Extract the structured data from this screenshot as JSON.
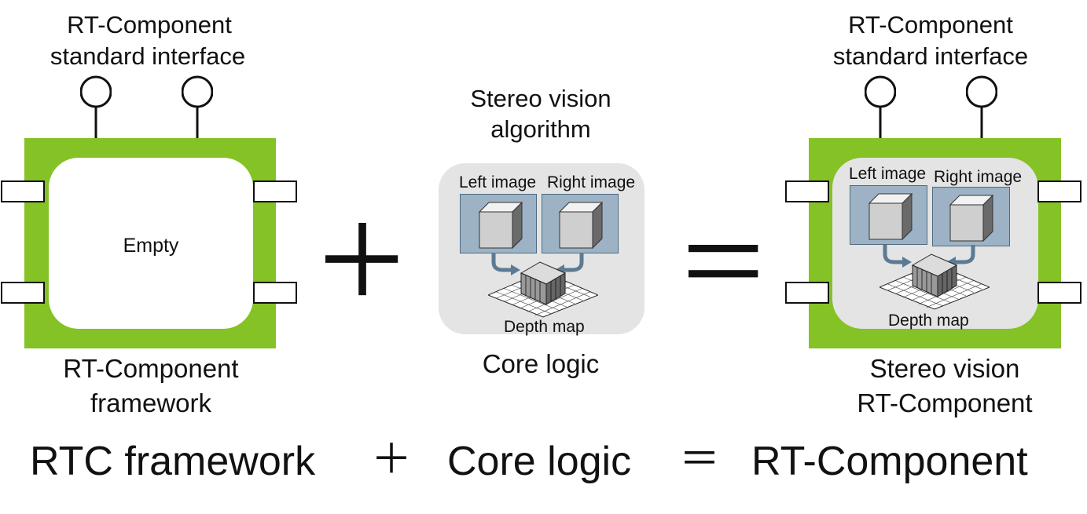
{
  "colors": {
    "framework_green": "#84c225",
    "core_grey": "#e4e4e4",
    "image_blue": "#9db3c5",
    "arrow_blue": "#5d7a94",
    "text": "#111111"
  },
  "left_block": {
    "interface_label_line1": "RT-Component",
    "interface_label_line2": "standard  interface",
    "center_text": "Empty",
    "caption_line1": "RT-Component",
    "caption_line2": "framework"
  },
  "middle_block": {
    "title_line1": "Stereo  vision",
    "title_line2": "algorithm",
    "left_image": "Left image",
    "right_image": "Right image",
    "depth_map": "Depth map",
    "caption": "Core logic"
  },
  "right_block": {
    "interface_label_line1": "RT-Component",
    "interface_label_line2": "standard  interface",
    "left_image": "Left image",
    "right_image": "Right image",
    "depth_map": "Depth map",
    "caption_line1": "Stereo vision",
    "caption_line2": "RT-Component"
  },
  "equation": {
    "term1": "RTC framework",
    "plus": "＋",
    "term2": "Core logic",
    "equals": "＝",
    "term3": "RT-Component"
  }
}
